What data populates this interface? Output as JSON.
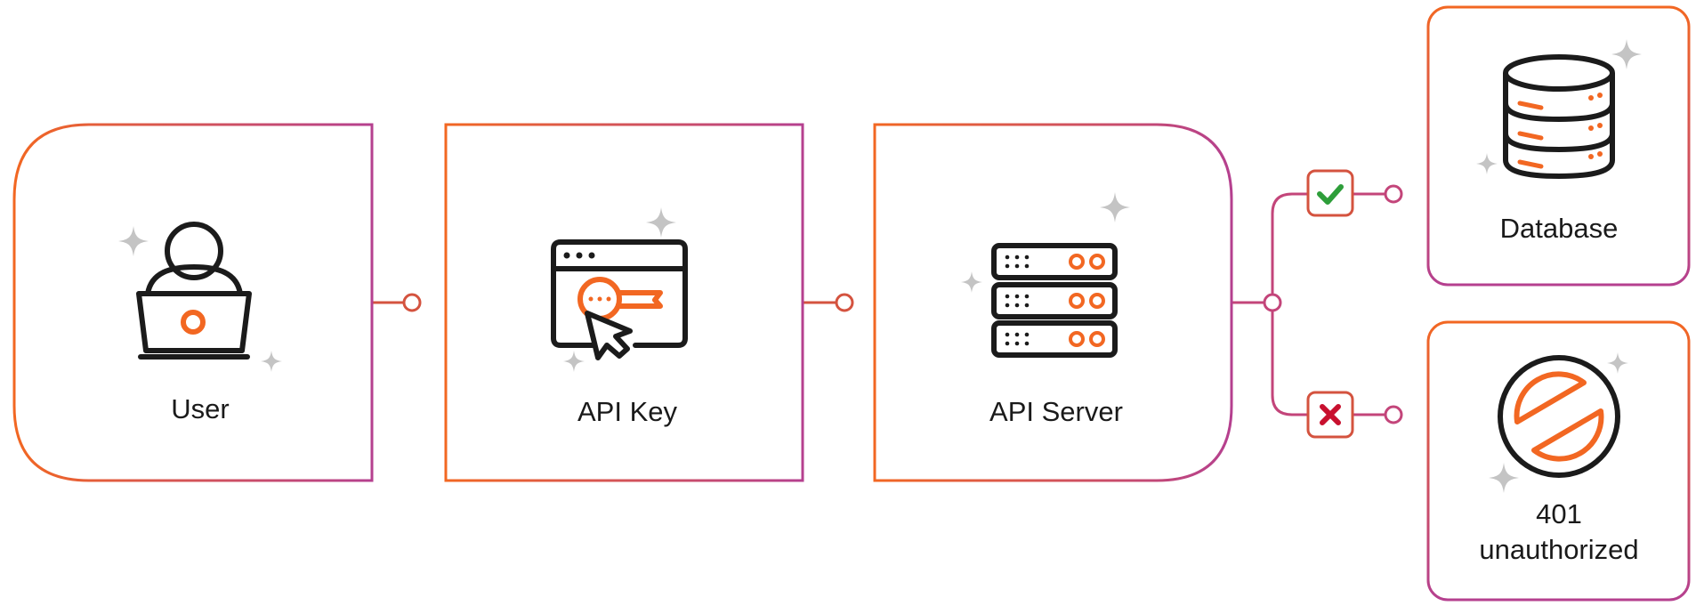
{
  "nodes": {
    "user": {
      "label": "User",
      "icon": "user-laptop-icon"
    },
    "api_key": {
      "label": "API Key",
      "icon": "browser-key-cursor-icon"
    },
    "api_server": {
      "label": "API Server",
      "icon": "server-rack-icon"
    },
    "database": {
      "label": "Database",
      "icon": "database-stack-icon"
    },
    "unauthorized": {
      "label_line1": "401",
      "label_line2": "unauthorized",
      "icon": "prohibited-icon"
    }
  },
  "branches": {
    "success": {
      "icon": "checkmark-icon",
      "color": "#2e9e3a"
    },
    "failure": {
      "icon": "x-cross-icon",
      "color": "#c8102e"
    }
  },
  "colors": {
    "gradient_start": "#f26722",
    "gradient_end": "#b5408f",
    "accent": "#f26722",
    "ink": "#1b1b1b",
    "sparkle": "#c4c4c4"
  }
}
